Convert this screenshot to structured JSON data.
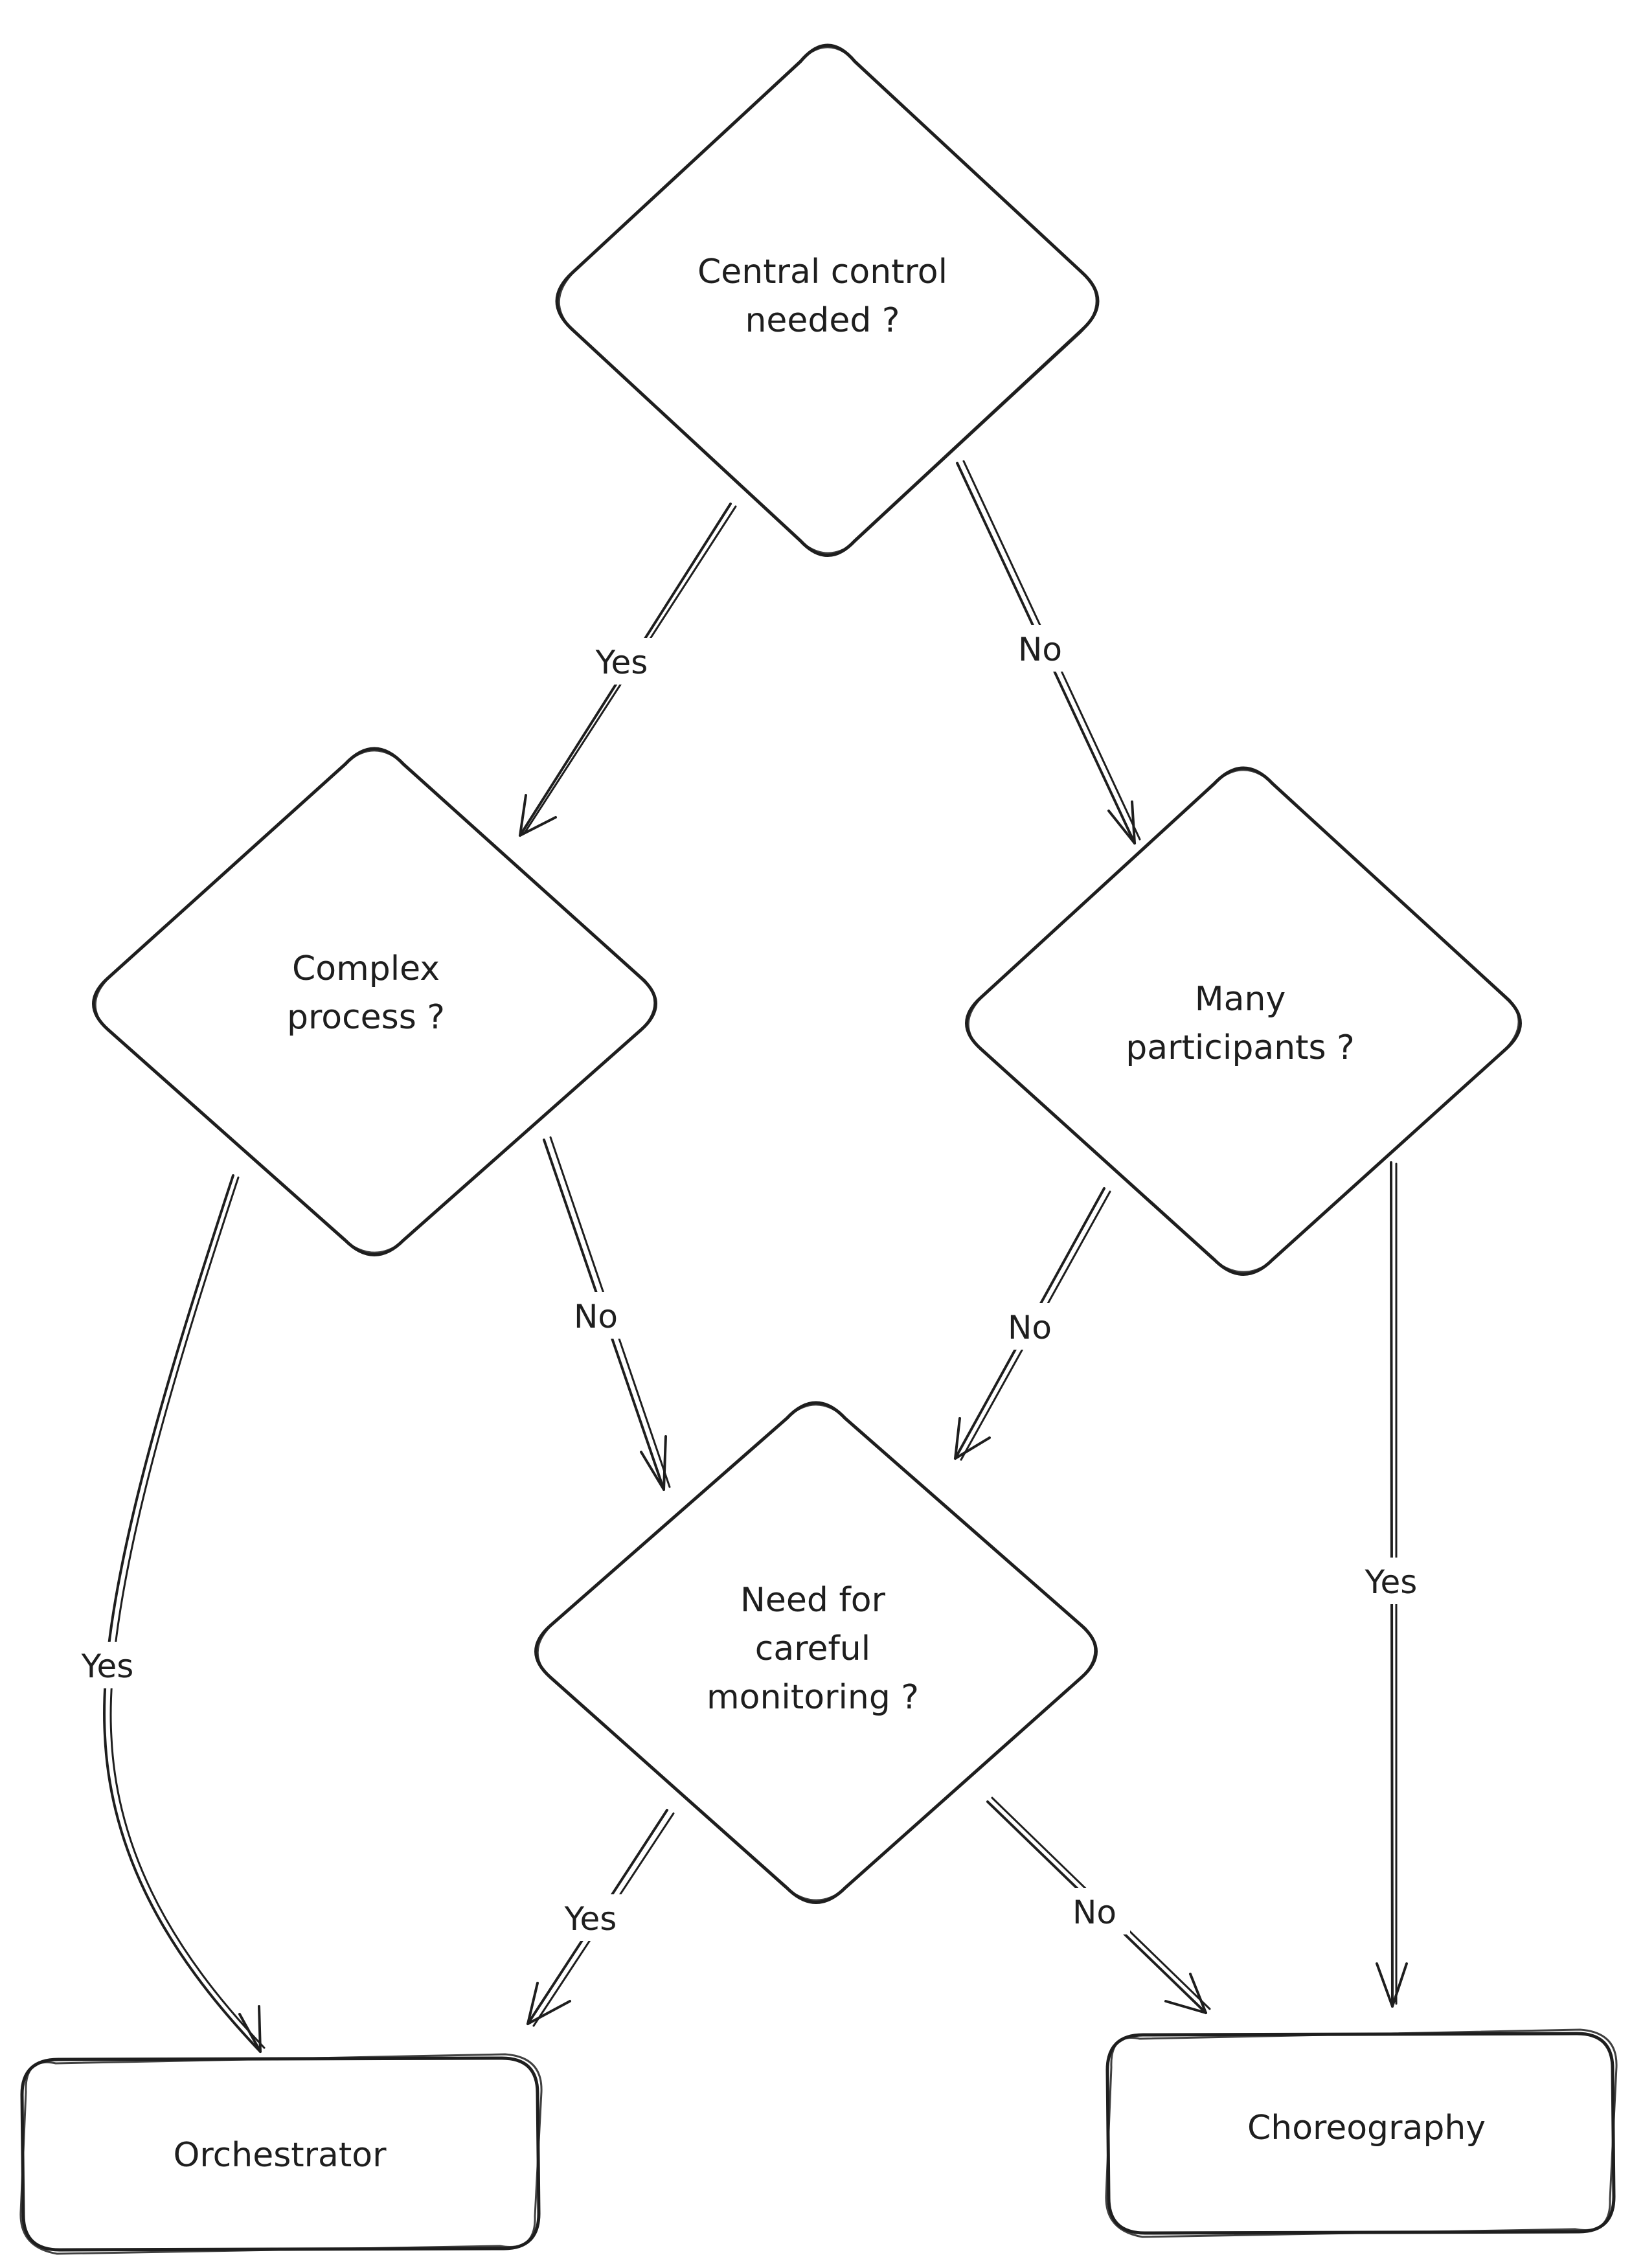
{
  "nodes": {
    "central": {
      "lines": [
        "Central control",
        "needed ?"
      ]
    },
    "complex": {
      "lines": [
        "Complex",
        "process ?"
      ]
    },
    "many": {
      "lines": [
        "Many",
        "participants ?"
      ]
    },
    "monitor": {
      "lines": [
        "Need for",
        "careful",
        "monitoring ?"
      ]
    },
    "orchestrator": {
      "label": "Orchestrator"
    },
    "choreography": {
      "label": "Choreography"
    }
  },
  "edges": {
    "central_yes": "Yes",
    "central_no": "No",
    "complex_yes": "Yes",
    "complex_no": "No",
    "many_no": "No",
    "many_yes": "Yes",
    "monitor_yes": "Yes",
    "monitor_no": "No"
  }
}
